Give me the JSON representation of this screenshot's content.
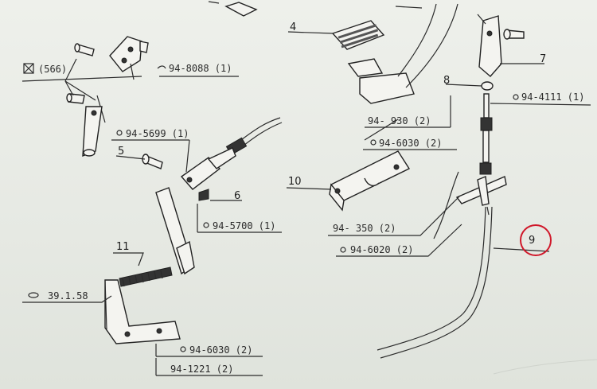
{
  "parts": {
    "p4": "4",
    "p5": "5",
    "p6": "6",
    "p7": "7",
    "p8": "8",
    "p9": "9",
    "p10": "10",
    "p11": "11"
  },
  "labels": {
    "l566": "(566)",
    "l8088": "94-8088 (1)",
    "l5699": "94-5699 (1)",
    "l5700": "94-5700 (1)",
    "l4111": "94-4111 (1)",
    "l930": "94- 930 (2)",
    "l6030a": "94-6030 (2)",
    "l350": "94- 350 (2)",
    "l6020": "94-6020 (2)",
    "l3915": "39.1.58",
    "l6030b": "94-6030 (2)",
    "l1221": "94-1221 (2)"
  },
  "colors": {
    "highlight_circle": "#d0182a",
    "ink": "#2b2b2b"
  }
}
